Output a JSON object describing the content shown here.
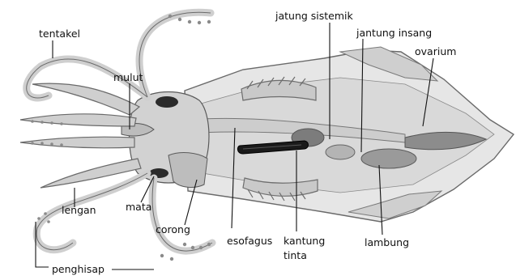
{
  "labels": {
    "tentakel": "tentakel",
    "mulut": "mulut",
    "jantung_sistemik": "jatung sistemik",
    "jantung_insang": "jantung insang",
    "ovarium": "ovarium",
    "lengan": "lengan",
    "mata": "mata",
    "corong": "corong",
    "esofagus": "esofagus",
    "kantung_line1": "kantung",
    "kantung_line2": "tinta",
    "lambung": "lambung",
    "penghisap": "penghisap"
  }
}
